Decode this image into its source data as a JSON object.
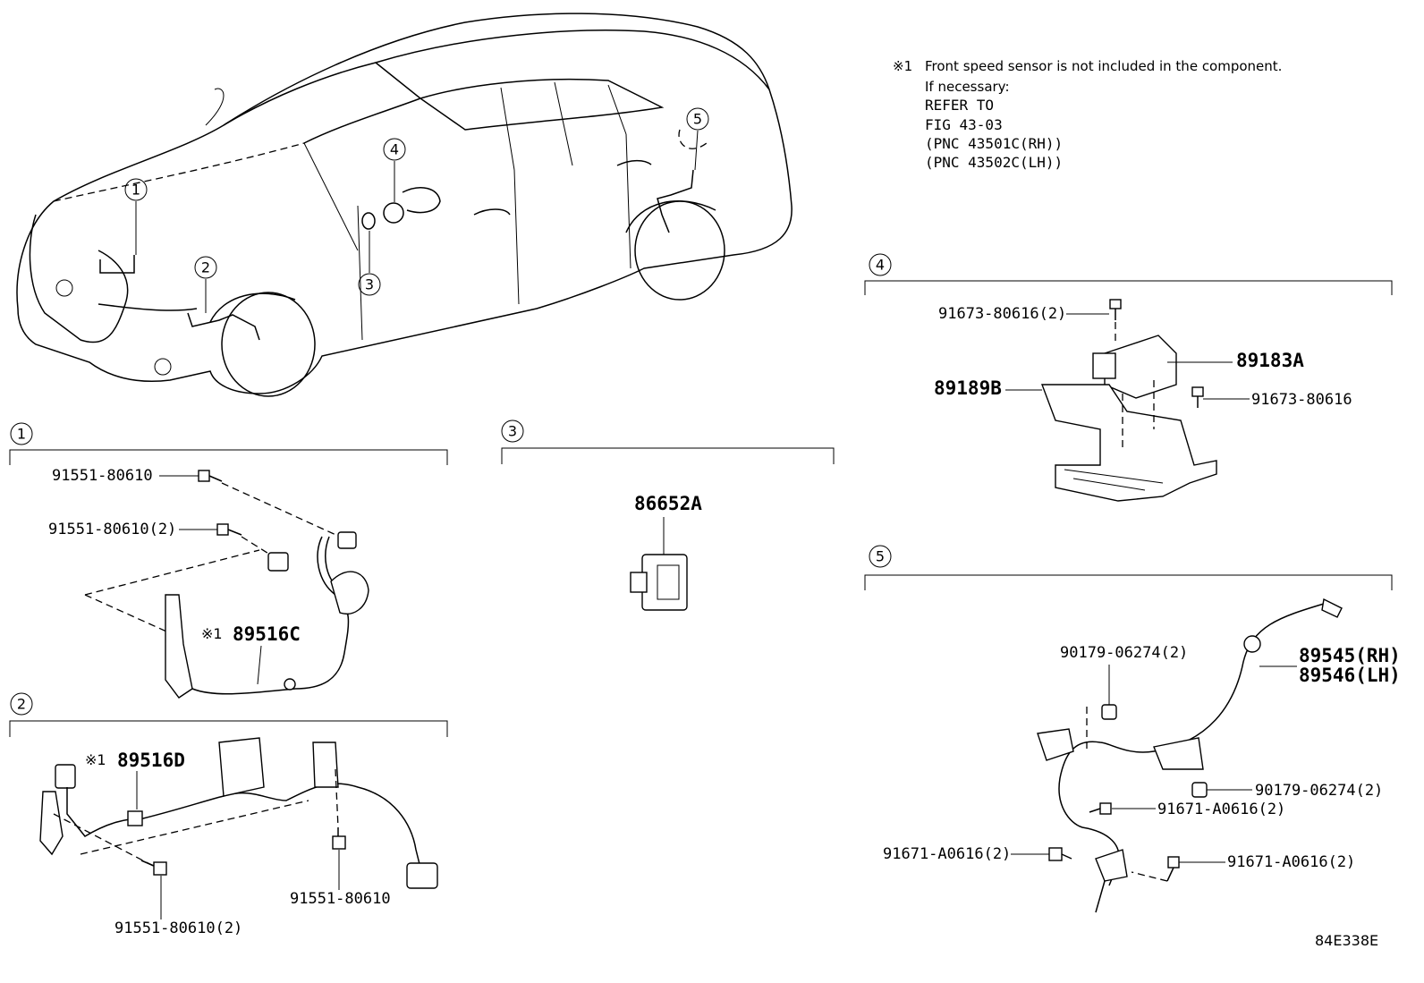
{
  "note": {
    "mark": "※1",
    "line1": "Front speed sensor is not included in the component.",
    "line2": "If necessary:",
    "line3": "REFER TO",
    "line4": "FIG 43-03",
    "line5": "(PNC 43501C(RH))",
    "line6": "(PNC 43502C(LH))"
  },
  "callouts": [
    "1",
    "2",
    "3",
    "4",
    "5"
  ],
  "section1": {
    "index": "1",
    "bolt_a": "91551-80610",
    "bolt_b": "91551-80610(2)",
    "mark": "※1",
    "sensor": "89516C"
  },
  "section2": {
    "index": "2",
    "mark": "※1",
    "sensor": "89516D",
    "bolt_a": "91551-80610",
    "bolt_b": "91551-80610(2)"
  },
  "section3": {
    "index": "3",
    "part": "86652A"
  },
  "section4": {
    "index": "4",
    "bolt_a": "91673-80616(2)",
    "module": "89183A",
    "bracket": "89189B",
    "bolt_b": "91673-80616"
  },
  "section5": {
    "index": "5",
    "nut_a": "90179-06274(2)",
    "sensor_rh": "89545(RH)",
    "sensor_lh": "89546(LH)",
    "nut_b": "90179-06274(2)",
    "bolt_a": "91671-A0616(2)",
    "bolt_b": "91671-A0616(2)",
    "bolt_c": "91671-A0616(2)"
  },
  "figure_id": "84E338E"
}
